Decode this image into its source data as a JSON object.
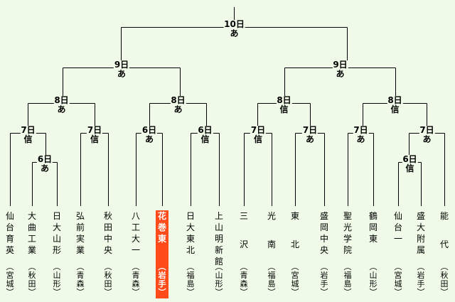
{
  "rounds": [
    {
      "id": "final",
      "date": "10日",
      "venue": "あ"
    },
    {
      "id": "sf-left",
      "date": "9日",
      "venue": "あ"
    },
    {
      "id": "sf-right",
      "date": "9日",
      "venue": "あ"
    },
    {
      "id": "qf1",
      "date": "8日",
      "venue": "あ"
    },
    {
      "id": "qf2",
      "date": "8日",
      "venue": "あ"
    },
    {
      "id": "qf3",
      "date": "8日",
      "venue": "信"
    },
    {
      "id": "qf4",
      "date": "8日",
      "venue": "信"
    },
    {
      "id": "r1",
      "date": "7日",
      "venue": "信"
    },
    {
      "id": "r2",
      "date": "7日",
      "venue": "信"
    },
    {
      "id": "r3",
      "date": "6日",
      "venue": "あ"
    },
    {
      "id": "r4",
      "date": "6日",
      "venue": "信"
    },
    {
      "id": "r5",
      "date": "7日",
      "venue": "信"
    },
    {
      "id": "r6",
      "date": "7日",
      "venue": "あ"
    },
    {
      "id": "r7",
      "date": "7日",
      "venue": "あ"
    },
    {
      "id": "r8",
      "date": "7日",
      "venue": "あ"
    },
    {
      "id": "pre-left",
      "date": "6日",
      "venue": "あ"
    },
    {
      "id": "pre-right",
      "date": "6日",
      "venue": "信"
    }
  ],
  "teams": [
    {
      "name": "仙台育英",
      "prefecture": "(宮城)"
    },
    {
      "name": "大曲工業",
      "prefecture": "(秋田)"
    },
    {
      "name": "日大山形",
      "prefecture": "(山形)"
    },
    {
      "name": "弘前実業",
      "prefecture": "(青森)"
    },
    {
      "name": "秋田中央",
      "prefecture": "(秋田)"
    },
    {
      "name": "八工大一",
      "prefecture": "(青森)"
    },
    {
      "name": "花巻東",
      "prefecture": "(岩手)",
      "highlight": true
    },
    {
      "name": "日大東北",
      "prefecture": "(福島)"
    },
    {
      "name": "上山明新館",
      "prefecture": "(山形)"
    },
    {
      "name": "三  沢",
      "prefecture": "(青森)"
    },
    {
      "name": "光  南",
      "prefecture": "(福島)"
    },
    {
      "name": "東  北",
      "prefecture": "(宮城)"
    },
    {
      "name": "盛岡中央",
      "prefecture": "(岩手)"
    },
    {
      "name": "聖光学院",
      "prefecture": "(福島)"
    },
    {
      "name": "鶴岡東",
      "prefecture": "(山形)"
    },
    {
      "name": "仙台一",
      "prefecture": "(宮城)"
    },
    {
      "name": "盛大附属",
      "prefecture": "(岩手)"
    },
    {
      "name": "能  代",
      "prefecture": "(秋田)"
    }
  ]
}
